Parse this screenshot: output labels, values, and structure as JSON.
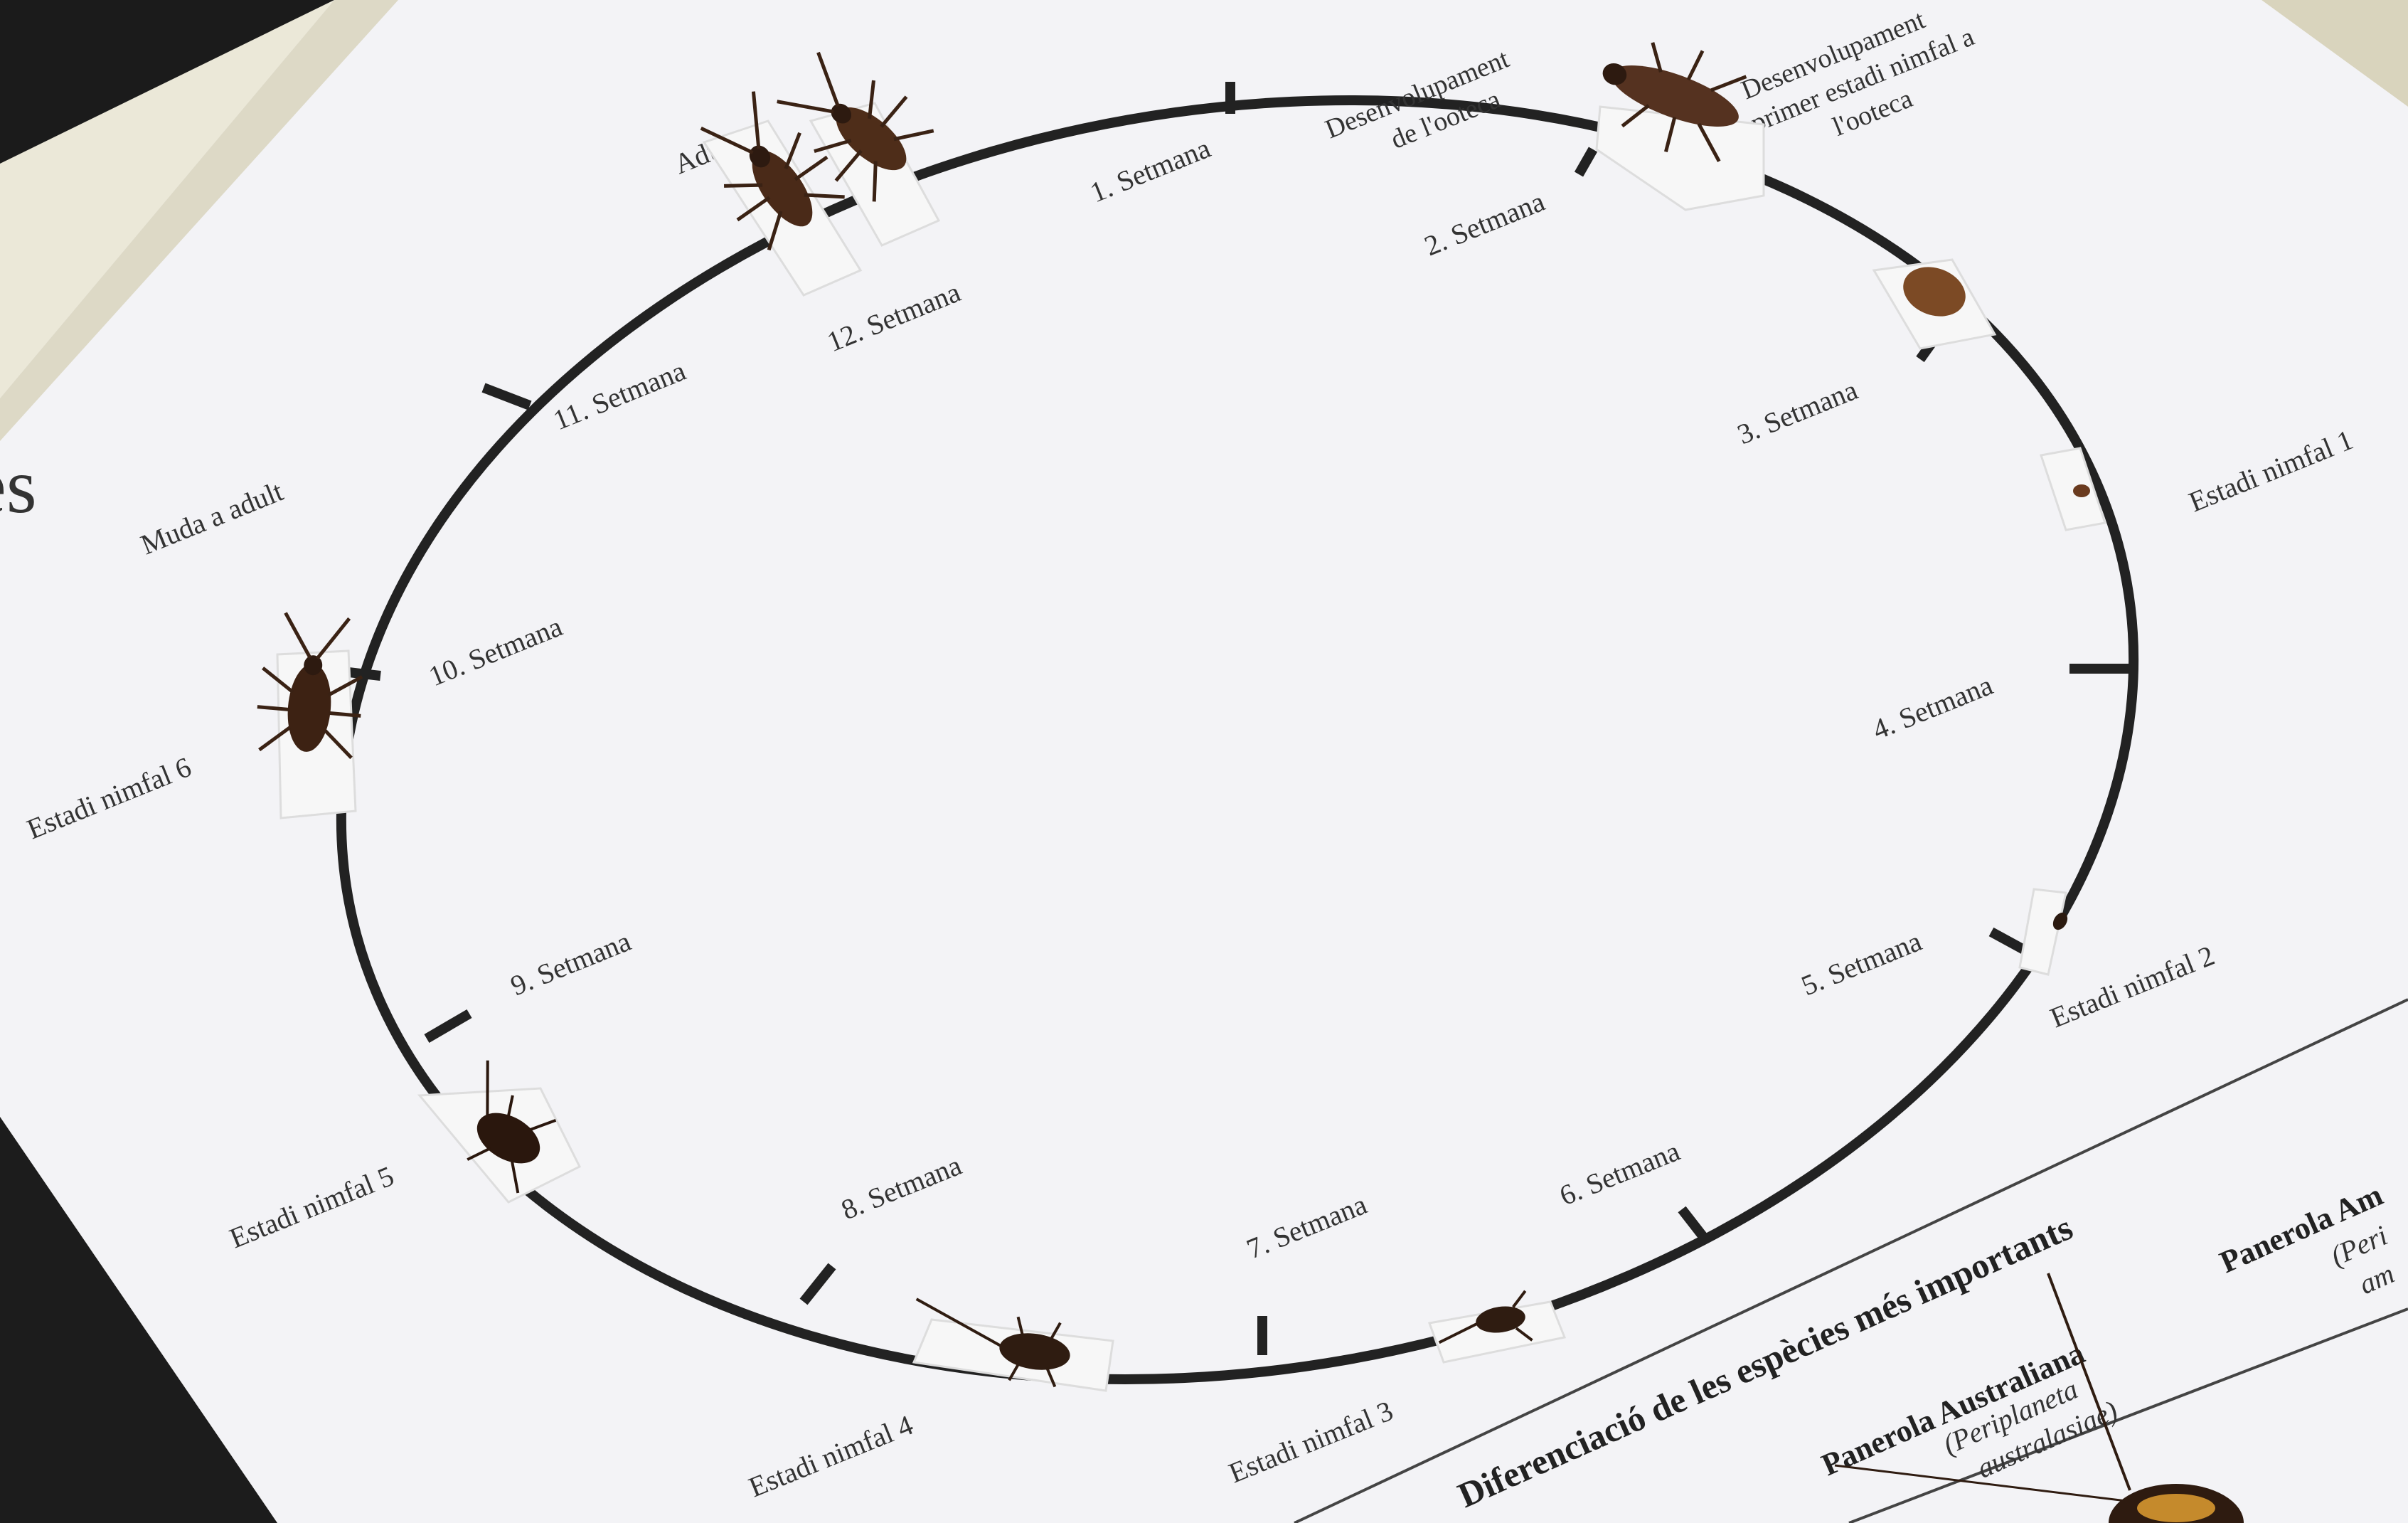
{
  "partial_title": "es",
  "lifecycle": {
    "weeks": [
      "1. Setmana",
      "2. Setmana",
      "3. Setmana",
      "4. Setmana",
      "5. Setmana",
      "6. Setmana",
      "7. Setmana",
      "8. Setmana",
      "9. Setmana",
      "10. Setmana",
      "11. Setmana",
      "12. Setmana"
    ],
    "stage_dev_ootheca": "Desenvolupament de l'ooteca",
    "stage_dev_first_nymph": "Desenvolupament primer estadi nimfal a l'ooteca",
    "stage_nymph_1": "Estadi nimfal 1",
    "stage_nymph_2": "Estadi nimfal 2",
    "stage_nymph_3": "Estadi nimfal 3",
    "stage_nymph_4": "Estadi nimfal 4",
    "stage_nymph_5": "Estadi nimfal 5",
    "stage_nymph_6": "Estadi nimfal 6",
    "stage_molt_adult": "Muda a adult",
    "stage_adult_partial": "Adult"
  },
  "species_section": {
    "title": "Diferenciació de les espècies més importants",
    "species_1_name": "Panerola Australiana",
    "species_1_sci": "(Periplaneta australasiae)",
    "species_2_name": "Panerola Am",
    "species_2_sci_partial": "(Peri",
    "species_2_sci_partial2": "am"
  }
}
